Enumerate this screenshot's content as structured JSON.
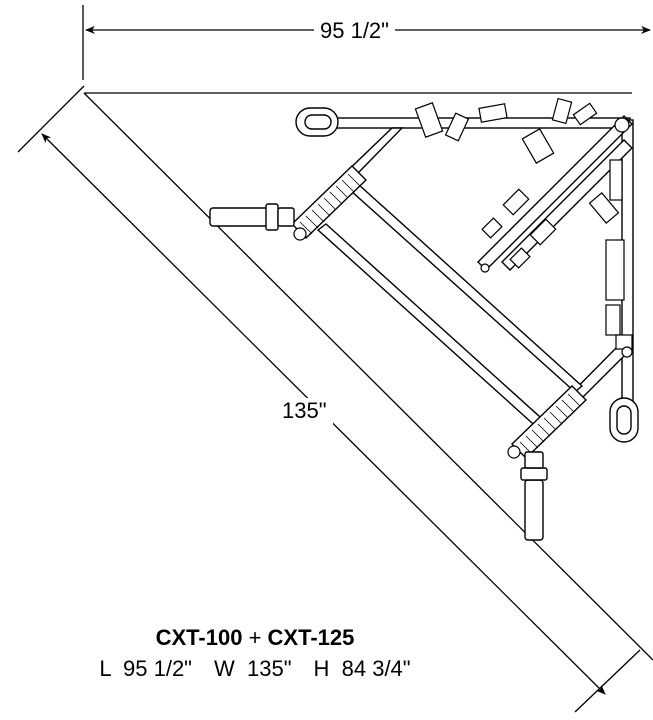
{
  "dimensions": {
    "top_width": "95 1/2\"",
    "diagonal": "135\""
  },
  "caption": {
    "model_a": "CXT-100",
    "plus": "+",
    "model_b": "CXT-125",
    "length": "L  95 1/2\"",
    "width": "W  135\"",
    "height": "H  84 3/4\""
  }
}
